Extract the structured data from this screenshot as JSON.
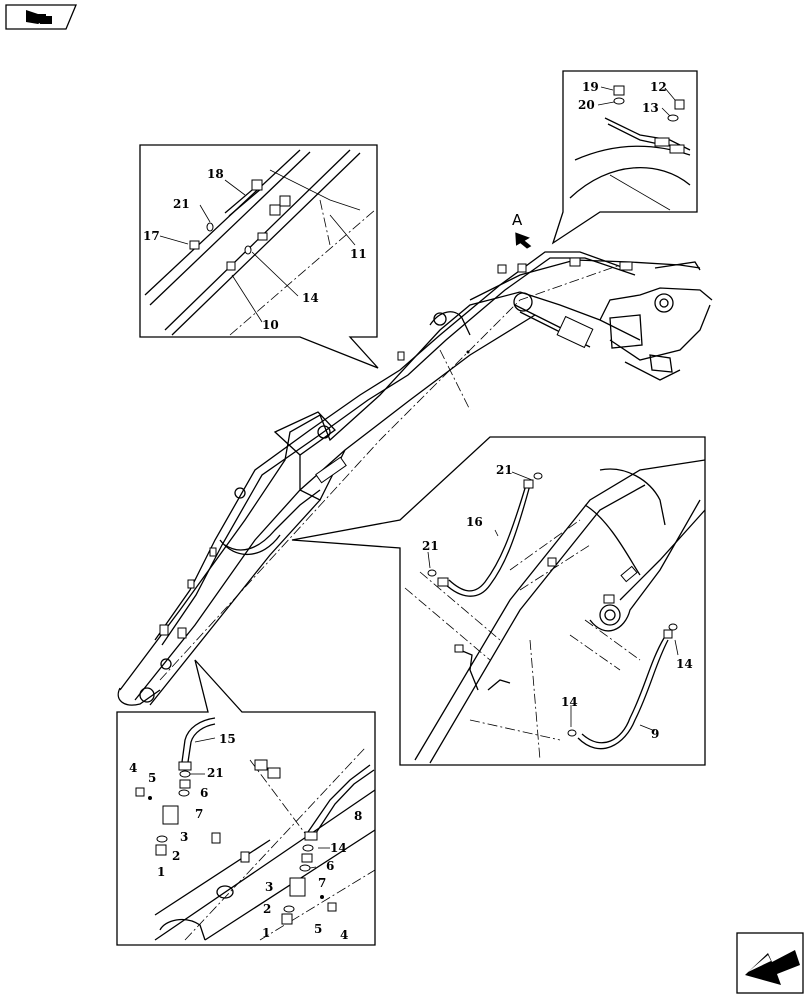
{
  "diagram": {
    "view_a_label": "A",
    "callouts": {
      "top_right": [
        "19",
        "20",
        "12",
        "13"
      ],
      "top_left": [
        "18",
        "21",
        "17",
        "11",
        "14",
        "10"
      ],
      "mid_right": [
        "21",
        "16",
        "21",
        "14",
        "14",
        "9"
      ],
      "bottom_left": [
        "15",
        "21",
        "6",
        "7",
        "3",
        "2",
        "1",
        "4",
        "5",
        "8",
        "14",
        "6",
        "7",
        "3",
        "2",
        "1",
        "5",
        "4"
      ]
    }
  }
}
